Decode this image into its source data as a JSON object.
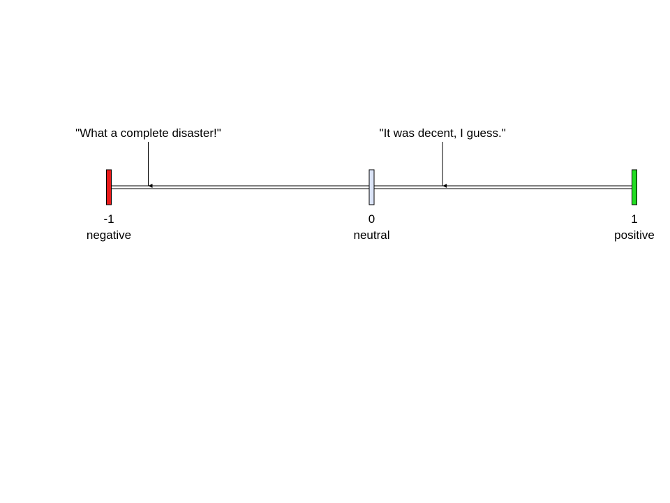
{
  "scale": {
    "min": -1,
    "max": 1,
    "markers": [
      {
        "value": -1,
        "value_label": "-1",
        "label": "negative",
        "color": "#e81a1a"
      },
      {
        "value": 0,
        "value_label": "0",
        "label": "neutral",
        "color": "#dbe4f7"
      },
      {
        "value": 1,
        "value_label": "1",
        "label": "positive",
        "color": "#22dd22"
      }
    ]
  },
  "annotations": [
    {
      "text": "\"What a complete disaster!\"",
      "score": -0.85
    },
    {
      "text": "\"It was decent, I guess.\"",
      "score": 0.27
    }
  ]
}
